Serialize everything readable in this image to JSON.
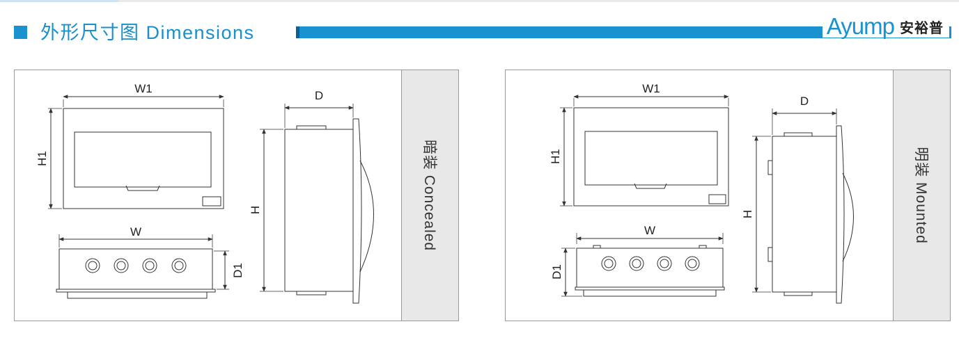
{
  "header": {
    "title": "外形尺寸图 Dimensions",
    "brand_name": "Ayump",
    "brand_cn": "安裕普"
  },
  "panels": [
    {
      "label": "暗装 Concealed",
      "dims": {
        "w1": "W1",
        "h1": "H1",
        "w": "W",
        "d1": "D1",
        "d": "D",
        "h": "H"
      }
    },
    {
      "label": "明装 Mounted",
      "dims": {
        "w1": "W1",
        "h1": "H1",
        "w": "W",
        "d1": "D1",
        "d": "D",
        "h": "H"
      }
    }
  ],
  "colors": {
    "accent": "#1a92d0",
    "line": "#333333",
    "panel_side": "#e8e8e8"
  }
}
